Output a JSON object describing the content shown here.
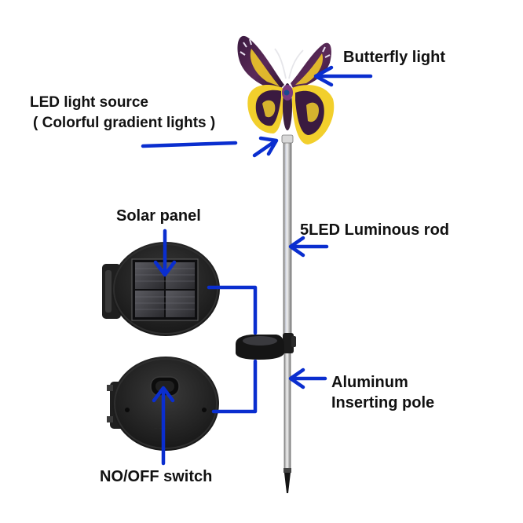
{
  "labels": {
    "butterfly": "Butterfly light",
    "led_source_line1": "LED light source",
    "led_source_line2": "( Colorful gradient lights )",
    "rod": "5LED Luminous rod",
    "solar": "Solar panel",
    "aluminum_line1": "Aluminum",
    "aluminum_line2": "Inserting pole",
    "switch": "NO/OFF switch"
  },
  "colors": {
    "arrow": "#0a2ecf",
    "background": "#ffffff",
    "device_body": "#1b1b1b",
    "wing_yellow": "#f2cf2c",
    "wing_purple": "#4a1e4a"
  }
}
